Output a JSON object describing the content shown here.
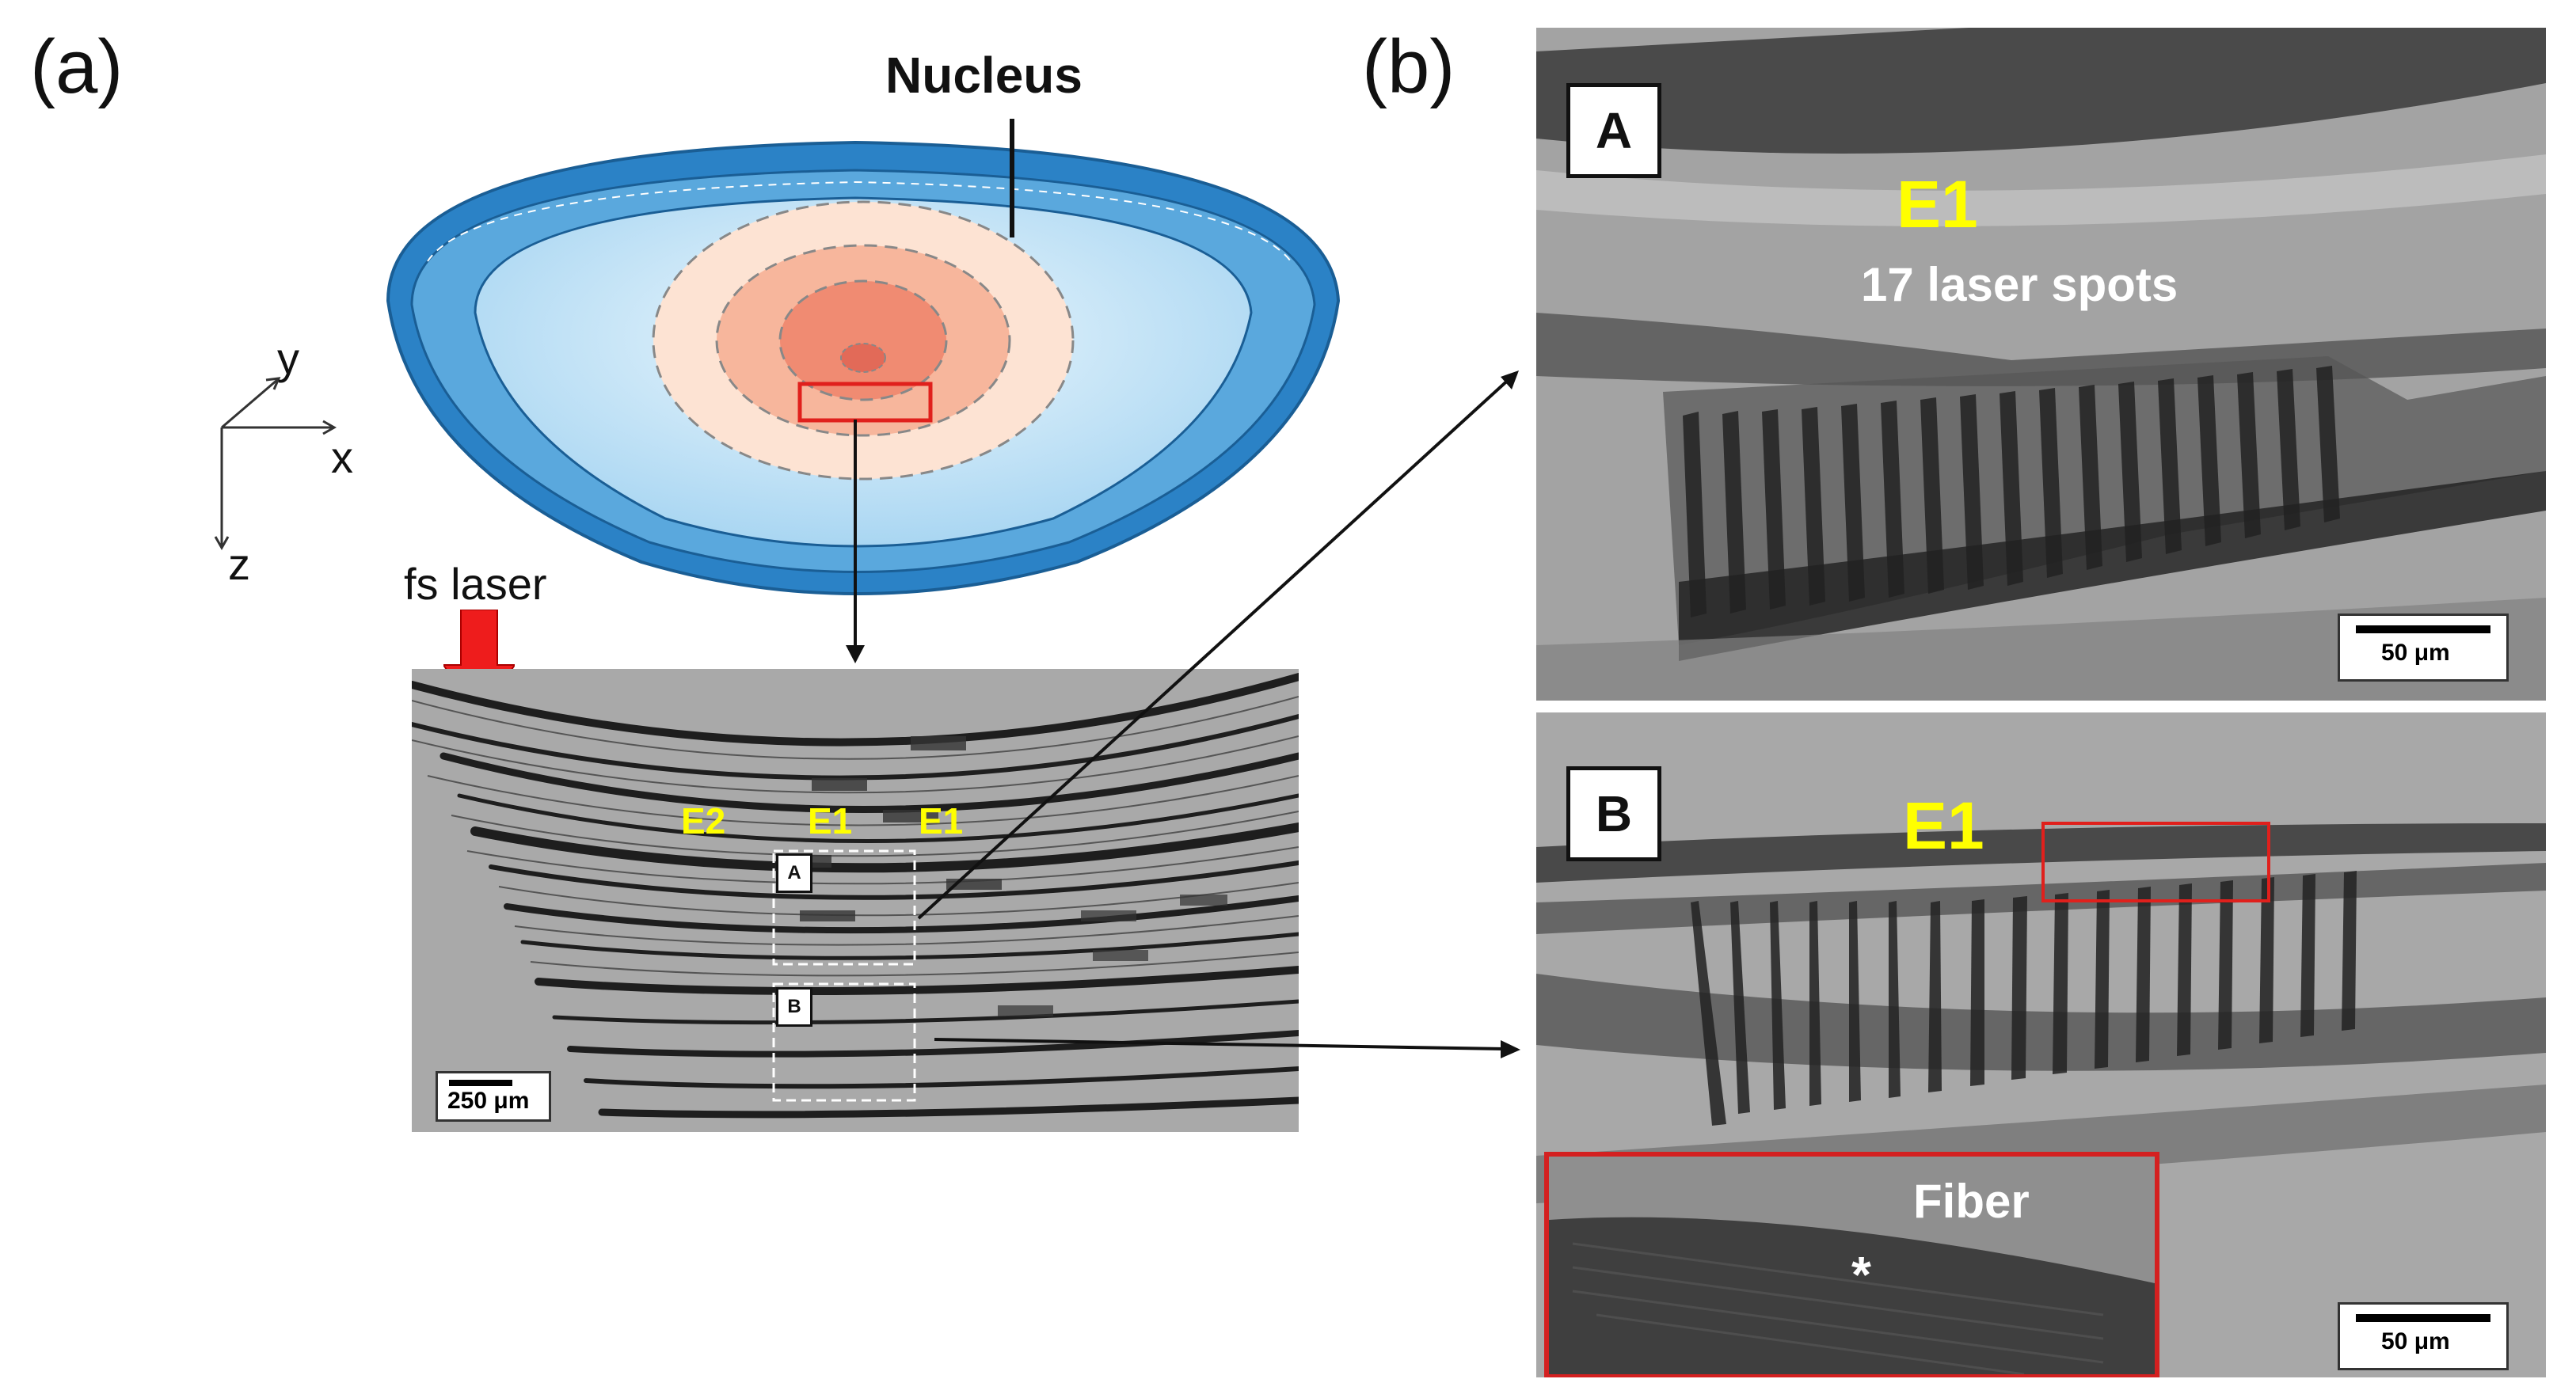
{
  "panel_a": {
    "letter": "(a)",
    "nucleus_label": "Nucleus",
    "axes": {
      "y": "y",
      "x": "x",
      "z": "z"
    },
    "laser_label": "fs laser",
    "micrograph": {
      "labels": [
        "E2",
        "E1",
        "E1"
      ],
      "box_a": "A",
      "box_b": "B",
      "scale_bar": "250 μm"
    }
  },
  "panel_b": {
    "letter": "(b)",
    "image_a": {
      "tag": "A",
      "title": "E1",
      "subtitle": "17 laser spots",
      "scale_bar": "50 μm"
    },
    "image_b": {
      "tag": "B",
      "title": "E1",
      "inset_label": "Fiber",
      "asterisk": "*",
      "scale_bar": "50 μm"
    }
  },
  "colors": {
    "lens_outer": "#2b82c6",
    "lens_inner": "#cfe9f8",
    "nucleus_core": "#f08b72",
    "highlight_box": "#e0201c",
    "label_yellow": "#ffff00"
  }
}
